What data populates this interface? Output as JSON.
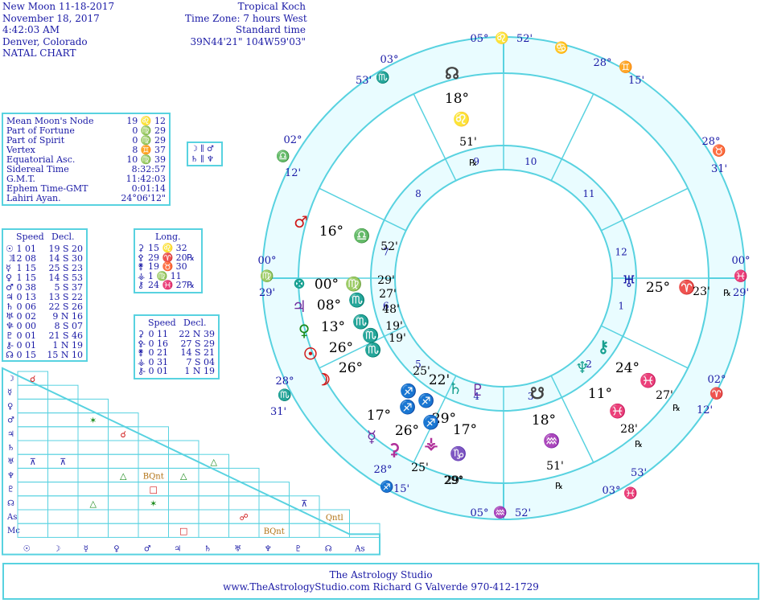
{
  "header_left": [
    "New Moon 11-18-2017",
    "November 18, 2017",
    "4:42:03 AM",
    "Denver, Colorado",
    "NATAL CHART"
  ],
  "header_right": [
    "Tropical Koch",
    "Time Zone: 7 hours West",
    "Standard time",
    "39N44'21\"  104W59'03\""
  ],
  "points": [
    {
      "label": "Mean Moon's Node",
      "value": "19 ♌ 12"
    },
    {
      "label": "Part of Fortune",
      "value": "0 ♍ 29"
    },
    {
      "label": "Part of Spirit",
      "value": "0 ♍ 29"
    },
    {
      "label": "Vertex",
      "value": "8 ♊ 37"
    },
    {
      "label": "Equatorial Asc.",
      "value": "10 ♍ 39"
    },
    {
      "label": "Sidereal Time",
      "value": "8:32:57"
    },
    {
      "label": "G.M.T.",
      "value": "11:42:03"
    },
    {
      "label": "Ephem Time-GMT",
      "value": "0:01:14"
    },
    {
      "label": "Lahiri Ayan.",
      "value": "24°06'12\""
    }
  ],
  "parallels": [
    "☽ ∥ ♂",
    "♄ ∥ ♆"
  ],
  "speed_table": {
    "headers": [
      "Speed",
      "Decl."
    ],
    "rows": [
      {
        "glyph": "☉",
        "speed": "1 01",
        "decl": "19 S 20"
      },
      {
        "glyph": "☽",
        "speed": "12 08",
        "decl": "14 S 30"
      },
      {
        "glyph": "☿",
        "speed": "1 15",
        "decl": "25 S 23"
      },
      {
        "glyph": "♀",
        "speed": "1 15",
        "decl": "14 S 53"
      },
      {
        "glyph": "♂",
        "speed": "0 38",
        "decl": "5 S 37"
      },
      {
        "glyph": "♃",
        "speed": "0 13",
        "decl": "13 S 22"
      },
      {
        "glyph": "♄",
        "speed": "0 06",
        "decl": "22 S 26"
      },
      {
        "glyph": "♅",
        "speed": "- 0 02",
        "decl": "9 N 16"
      },
      {
        "glyph": "♆",
        "speed": "- 0 00",
        "decl": "8 S 07"
      },
      {
        "glyph": "♇",
        "speed": "0 01",
        "decl": "21 S 46"
      },
      {
        "glyph": "⚷",
        "speed": "- 0 01",
        "decl": "1 N 19"
      },
      {
        "glyph": "☊",
        "speed": "- 0 15",
        "decl": "15 N 10"
      }
    ]
  },
  "long_table": {
    "header": "Long.",
    "rows": [
      {
        "glyph": "⚳",
        "value": "15 ♌ 32",
        "retro": ""
      },
      {
        "glyph": "⚴",
        "value": "29 ♈ 20",
        "retro": "℞"
      },
      {
        "glyph": "⚵",
        "value": "19 ♉ 30",
        "retro": ""
      },
      {
        "glyph": "⚶",
        "value": "1 ♍ 11",
        "retro": ""
      },
      {
        "glyph": "⚷",
        "value": "24 ♓ 27",
        "retro": "℞"
      }
    ]
  },
  "asteroid_speed": {
    "headers": [
      "Speed",
      "Decl."
    ],
    "rows": [
      {
        "glyph": "⚳",
        "speed": "0 11",
        "decl": "22 N 39"
      },
      {
        "glyph": "⚴",
        "speed": "- 0 16",
        "decl": "27 S 29"
      },
      {
        "glyph": "⚵",
        "speed": "0 21",
        "decl": "14 S 21"
      },
      {
        "glyph": "⚶",
        "speed": "0 31",
        "decl": "7 S 04"
      },
      {
        "glyph": "⚷",
        "speed": "- 0 01",
        "decl": "1 N 19"
      }
    ]
  },
  "aspect_grid": {
    "row_glyphs": [
      "☽",
      "☿",
      "♀",
      "♂",
      "♃",
      "♄",
      "♅",
      "♆",
      "♇",
      "☊",
      "As",
      "Mc"
    ],
    "col_glyphs": [
      "☉",
      "☽",
      "☿",
      "♀",
      "♂",
      "♃",
      "♄",
      "♅",
      "♆",
      "♇",
      "☊",
      "As"
    ],
    "cells": [
      {
        "r": 0,
        "c": 0,
        "text": "☌",
        "color": "#d01818"
      },
      {
        "r": 3,
        "c": 2,
        "text": "✶",
        "color": "#1a8a1a"
      },
      {
        "r": 4,
        "c": 3,
        "text": "☌",
        "color": "#d01818"
      },
      {
        "r": 6,
        "c": 0,
        "text": "⊼",
        "color": "#1a1aa6"
      },
      {
        "r": 6,
        "c": 1,
        "text": "⊼",
        "color": "#1a1aa6"
      },
      {
        "r": 6,
        "c": 6,
        "text": "△",
        "color": "#1a8a1a"
      },
      {
        "r": 7,
        "c": 3,
        "text": "△",
        "color": "#1a8a1a"
      },
      {
        "r": 7,
        "c": 4,
        "text": "BQnt",
        "color": "#b07010"
      },
      {
        "r": 7,
        "c": 5,
        "text": "△",
        "color": "#1a8a1a"
      },
      {
        "r": 8,
        "c": 4,
        "text": "□",
        "color": "#d01818"
      },
      {
        "r": 9,
        "c": 2,
        "text": "△",
        "color": "#1a8a1a"
      },
      {
        "r": 9,
        "c": 4,
        "text": "✶",
        "color": "#1a8a1a"
      },
      {
        "r": 9,
        "c": 9,
        "text": "⊼",
        "color": "#1a1aa6"
      },
      {
        "r": 10,
        "c": 7,
        "text": "☍",
        "color": "#d01818"
      },
      {
        "r": 10,
        "c": 10,
        "text": "Qntl",
        "color": "#b07010"
      },
      {
        "r": 11,
        "c": 5,
        "text": "□",
        "color": "#d01818"
      },
      {
        "r": 11,
        "c": 8,
        "text": "BQnt",
        "color": "#b07010"
      }
    ]
  },
  "wheel": {
    "cusps": [
      {
        "deg": "00°",
        "sign": "♍",
        "min": "29'"
      },
      {
        "deg": "02°",
        "sign": "♎",
        "min": "12'"
      },
      {
        "deg": "03°",
        "sign": "♏",
        "min": "53'"
      },
      {
        "deg": "05°",
        "sign": "♌",
        "min": "52'"
      },
      {
        "deg": "28°",
        "sign": "♊",
        "min": "15'"
      },
      {
        "deg": "28°",
        "sign": "♉",
        "min": "31'"
      },
      {
        "deg": "00°",
        "sign": "♓",
        "min": "29'"
      },
      {
        "deg": "02°",
        "sign": "♈",
        "min": "12'"
      },
      {
        "deg": "03°",
        "sign": "♓",
        "min": "53'"
      },
      {
        "deg": "05°",
        "sign": "♒",
        "min": "52'"
      },
      {
        "deg": "28°",
        "sign": "♐",
        "min": "15'"
      },
      {
        "deg": "28°",
        "sign": "♏",
        "min": "31'"
      }
    ],
    "top_extra_sign": "♋",
    "house_numbers": [
      "1",
      "2",
      "3",
      "4",
      "5",
      "6",
      "7",
      "8",
      "9",
      "10",
      "11",
      "12"
    ],
    "planets": [
      {
        "name": "north-node",
        "glyph": "☊",
        "deg": "18°",
        "sign": "♌",
        "min": "51'",
        "retro": "℞"
      },
      {
        "name": "mars",
        "glyph": "♂",
        "deg": "16°",
        "sign": "♎",
        "min": "52'",
        "retro": ""
      },
      {
        "name": "part-of-fortune",
        "glyph": "⊗",
        "deg": "00°",
        "sign": "♍",
        "min": "29'",
        "retro": ""
      },
      {
        "name": "jupiter",
        "glyph": "♃",
        "deg": "08°",
        "sign": "♏",
        "min": "27'",
        "retro": ""
      },
      {
        "name": "venus",
        "glyph": "♀",
        "deg": "13°",
        "sign": "♏",
        "min": "48'",
        "retro": ""
      },
      {
        "name": "sun",
        "glyph": "☉",
        "deg": "26°",
        "sign": "♏",
        "min": "19'",
        "retro": ""
      },
      {
        "name": "moon",
        "glyph": "☽",
        "deg": "26°",
        "sign": "♏",
        "min": "19'",
        "retro": ""
      },
      {
        "name": "saturn",
        "glyph": "♄",
        "deg": "22'",
        "sign": "♐",
        "min": "",
        "retro": ""
      },
      {
        "name": "mercury",
        "glyph": "☿",
        "deg": "17°",
        "sign": "♐",
        "min": "25'",
        "retro": ""
      },
      {
        "name": "pluto",
        "glyph": "♇",
        "deg": "17°",
        "sign": "♑",
        "min": "29°",
        "retro": ""
      },
      {
        "name": "ceres",
        "glyph": "⚳",
        "deg": "26°",
        "sign": "♐",
        "min": "25'",
        "retro": ""
      },
      {
        "name": "vesta",
        "glyph": "⚶",
        "deg": "29°",
        "sign": "♐",
        "min": "29'",
        "retro": ""
      },
      {
        "name": "south-node",
        "glyph": "☋",
        "deg": "18°",
        "sign": "♒",
        "min": "51'",
        "retro": "℞"
      },
      {
        "name": "chiron",
        "glyph": "⚷",
        "deg": "24°",
        "sign": "♓",
        "min": "27'",
        "retro": "℞"
      },
      {
        "name": "neptune",
        "glyph": "♆",
        "deg": "11°",
        "sign": "♓",
        "min": "28'",
        "retro": "℞"
      },
      {
        "name": "uranus",
        "glyph": "♅",
        "deg": "25°",
        "sign": "♈",
        "min": "23'",
        "retro": "℞"
      }
    ]
  },
  "footer": {
    "line1": "The Astrology Studio",
    "line2": "www.TheAstrologyStudio.com   Richard G Valverde   970-412-1729"
  },
  "colors": {
    "frame": "#58d2e0",
    "text": "#1a1aa6",
    "ring_fill": "#e9fcff",
    "fire": "#d01818",
    "earth": "#7a4a20",
    "air": "#b0309a",
    "water": "#18a090"
  }
}
